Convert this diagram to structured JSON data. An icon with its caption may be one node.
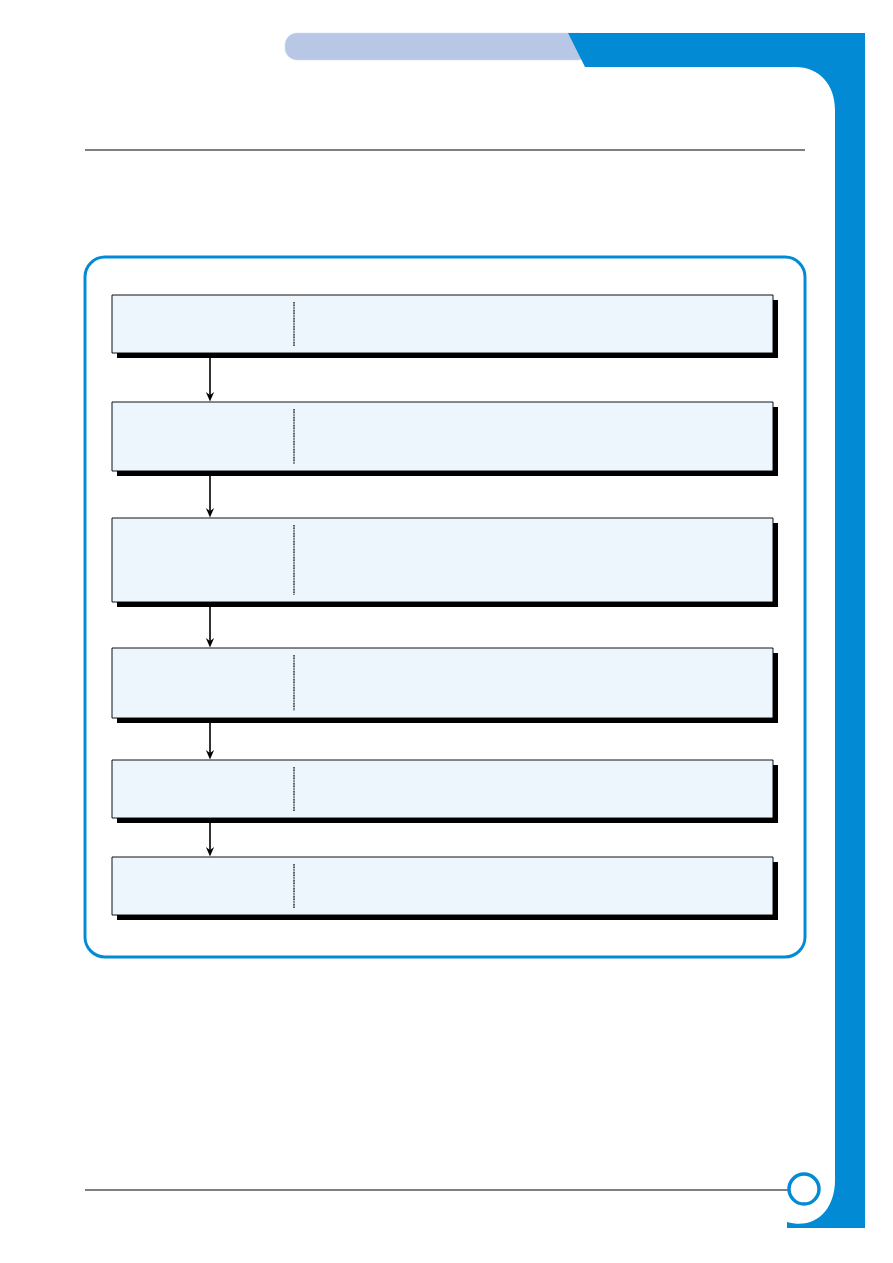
{
  "diagram": {
    "nodes": [
      {
        "text": [],
        "shape": "box"
      },
      {
        "text": [],
        "shape": "box"
      },
      {
        "text": [],
        "shape": "box"
      },
      {
        "text": [],
        "shape": "box"
      },
      {
        "text": [],
        "shape": "box"
      },
      {
        "text": [],
        "shape": "box"
      }
    ],
    "edges": [
      {
        "from": 0,
        "to": 1,
        "arrow": "to"
      },
      {
        "from": 1,
        "to": 2,
        "arrow": "to"
      },
      {
        "from": 2,
        "to": 3,
        "arrow": "to"
      },
      {
        "from": 3,
        "to": 4,
        "arrow": "to"
      },
      {
        "from": 4,
        "to": 5,
        "arrow": "to"
      }
    ]
  }
}
